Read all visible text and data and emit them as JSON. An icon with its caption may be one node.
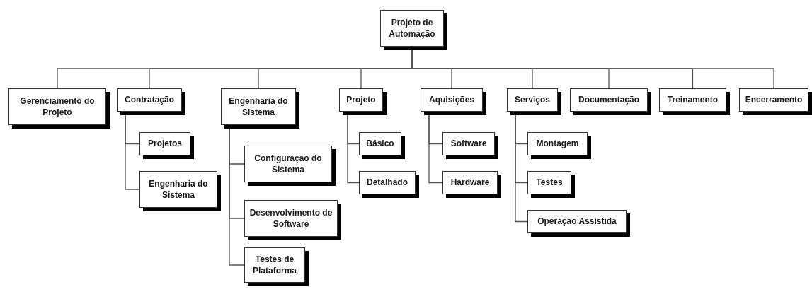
{
  "diagram": {
    "nodes": [
      {
        "text": [
          "Projeto de Automação"
        ]
      },
      {
        "text": [
          "Gerenciamento do Projeto"
        ]
      },
      {
        "text": [
          "Contratação"
        ]
      },
      {
        "text": [
          "Projetos"
        ]
      },
      {
        "text": [
          "Engenharia do Sistema"
        ]
      },
      {
        "text": [
          "Engenharia do Sistema"
        ]
      },
      {
        "text": [
          "Configuração do Sistema"
        ]
      },
      {
        "text": [
          "Desenvolvimento de Software"
        ]
      },
      {
        "text": [
          "Testes de Plataforma"
        ]
      },
      {
        "text": [
          "Projeto"
        ]
      },
      {
        "text": [
          "Básico"
        ]
      },
      {
        "text": [
          "Detalhado"
        ]
      },
      {
        "text": [
          "Aquisições"
        ]
      },
      {
        "text": [
          "Software"
        ]
      },
      {
        "text": [
          "Hardware"
        ]
      },
      {
        "text": [
          "Serviços"
        ]
      },
      {
        "text": [
          "Montagem"
        ]
      },
      {
        "text": [
          "Testes"
        ]
      },
      {
        "text": [
          "Operação Assistida"
        ]
      },
      {
        "text": [
          "Documentação"
        ]
      },
      {
        "text": [
          "Treinamento"
        ]
      },
      {
        "text": [
          "Encerramento"
        ]
      }
    ],
    "edges": [
      {
        "from": 0,
        "to": 1,
        "arrow": "none"
      },
      {
        "from": 0,
        "to": 2,
        "arrow": "none"
      },
      {
        "from": 0,
        "to": 5,
        "arrow": "none"
      },
      {
        "from": 0,
        "to": 9,
        "arrow": "none"
      },
      {
        "from": 0,
        "to": 12,
        "arrow": "none"
      },
      {
        "from": 0,
        "to": 15,
        "arrow": "none"
      },
      {
        "from": 0,
        "to": 19,
        "arrow": "none"
      },
      {
        "from": 0,
        "to": 20,
        "arrow": "none"
      },
      {
        "from": 0,
        "to": 21,
        "arrow": "none"
      },
      {
        "from": 2,
        "to": 3,
        "arrow": "none"
      },
      {
        "from": 2,
        "to": 4,
        "arrow": "none"
      },
      {
        "from": 5,
        "to": 6,
        "arrow": "none"
      },
      {
        "from": 5,
        "to": 7,
        "arrow": "none"
      },
      {
        "from": 5,
        "to": 8,
        "arrow": "none"
      },
      {
        "from": 9,
        "to": 10,
        "arrow": "none"
      },
      {
        "from": 9,
        "to": 11,
        "arrow": "none"
      },
      {
        "from": 12,
        "to": 13,
        "arrow": "none"
      },
      {
        "from": 12,
        "to": 14,
        "arrow": "none"
      },
      {
        "from": 15,
        "to": 16,
        "arrow": "none"
      },
      {
        "from": 15,
        "to": 17,
        "arrow": "none"
      },
      {
        "from": 15,
        "to": 18,
        "arrow": "none"
      }
    ]
  }
}
